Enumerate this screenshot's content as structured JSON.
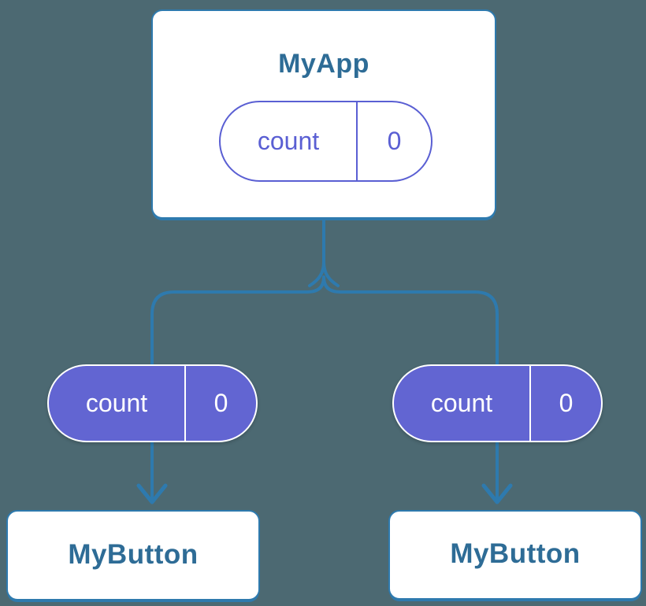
{
  "colors": {
    "background": "#4C6972",
    "connector": "#2E7AAE",
    "card_bg": "#FFFFFF",
    "card_border": "#2E7AAE",
    "card_title": "#2E6C96",
    "pill_fill": "#6265D2",
    "pill_outline": "#5A5FD3",
    "pill_text_on_fill": "#FFFFFF"
  },
  "diagram": {
    "root": {
      "title": "MyApp",
      "pill": {
        "label": "count",
        "value": "0"
      }
    },
    "children": [
      {
        "title": "MyButton",
        "pill": {
          "label": "count",
          "value": "0"
        }
      },
      {
        "title": "MyButton",
        "pill": {
          "label": "count",
          "value": "0"
        }
      }
    ]
  }
}
